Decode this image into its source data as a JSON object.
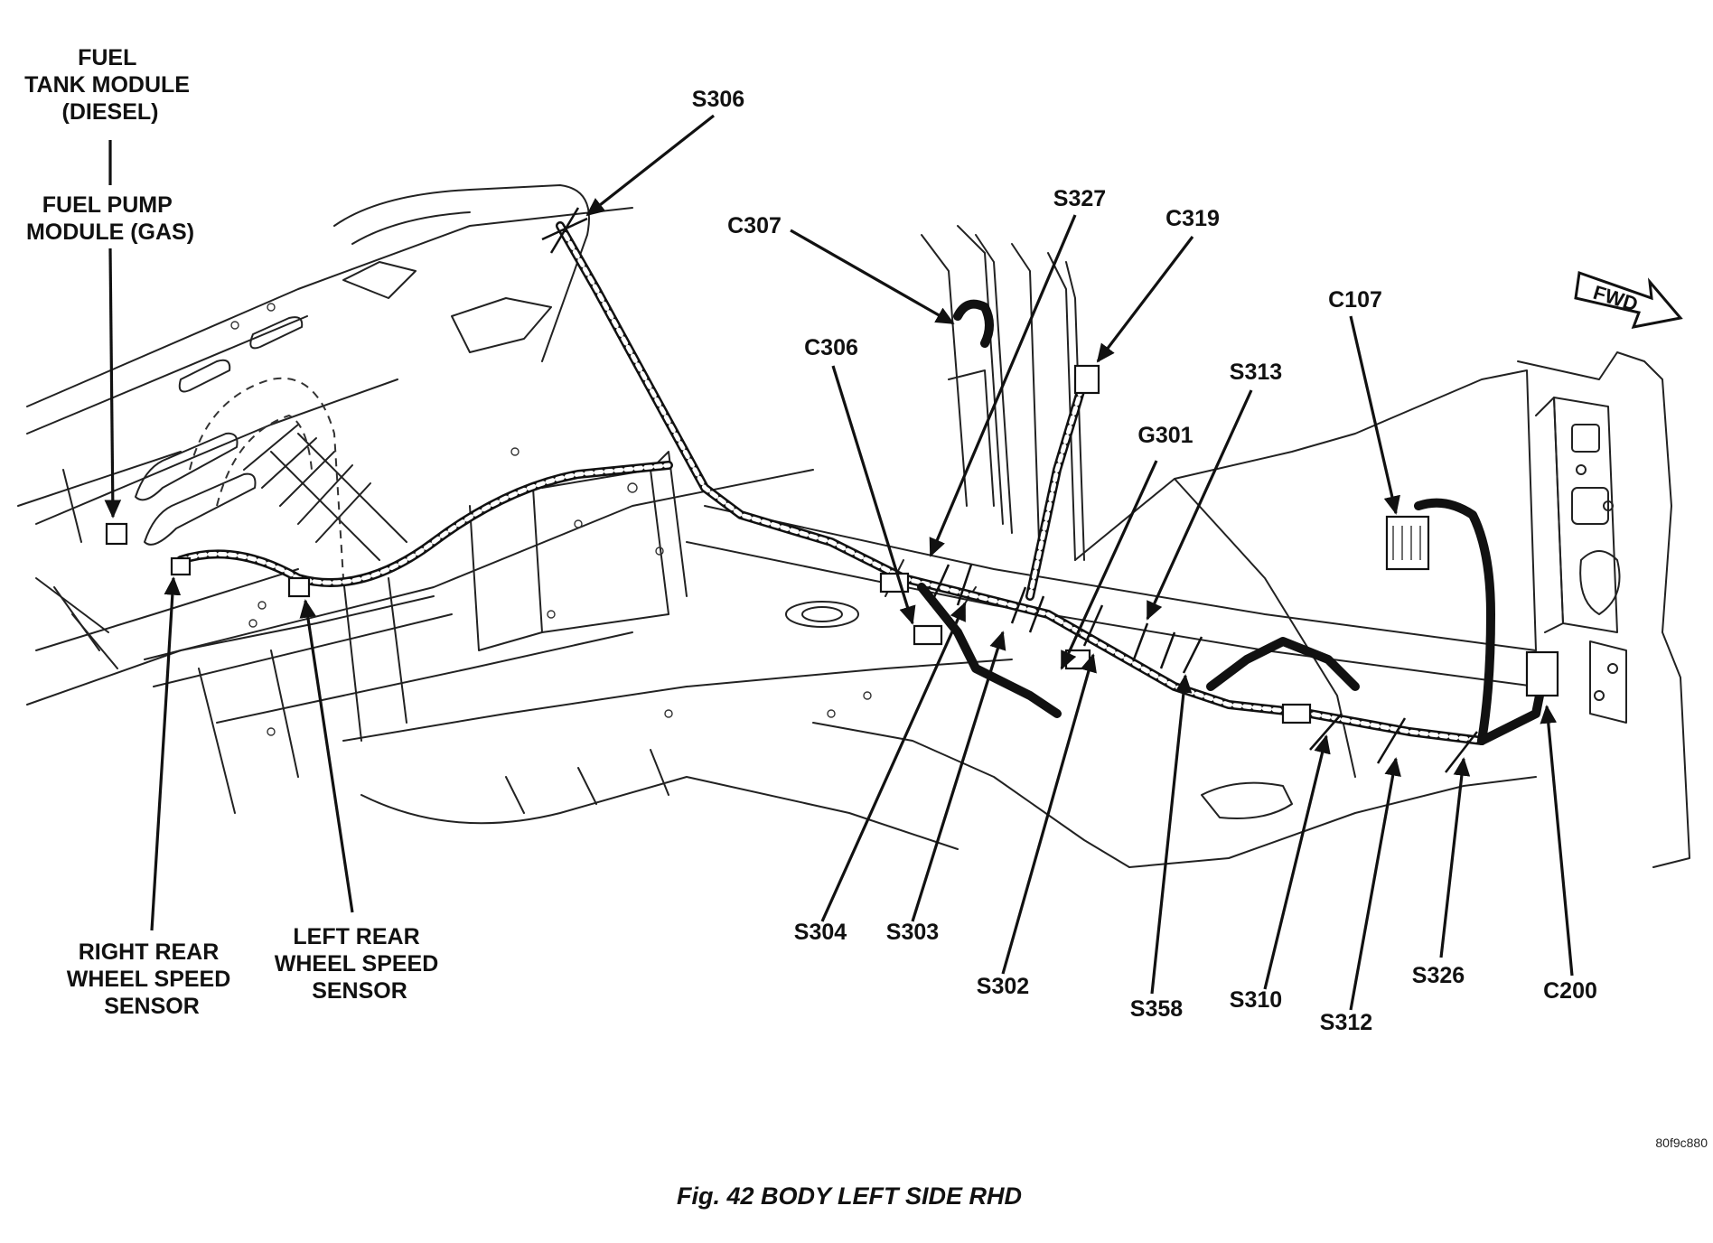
{
  "caption": "Fig. 42 BODY LEFT SIDE RHD",
  "code": "80f9c880",
  "fwd_label": "FWD",
  "labels": {
    "fuel_tank_module": [
      "FUEL",
      "TANK MODULE",
      "(DIESEL)"
    ],
    "fuel_pump_module": [
      "FUEL PUMP",
      "MODULE (GAS)"
    ],
    "right_rear_sensor": [
      "RIGHT REAR",
      "WHEEL SPEED",
      "SENSOR"
    ],
    "left_rear_sensor": [
      "LEFT REAR",
      "WHEEL SPEED",
      "SENSOR"
    ],
    "s306": "S306",
    "c307": "C307",
    "s327": "S327",
    "c319": "C319",
    "c306": "C306",
    "s313": "S313",
    "g301": "G301",
    "c107": "C107",
    "s304": "S304",
    "s303": "S303",
    "s302": "S302",
    "s358": "S358",
    "s310": "S310",
    "s312": "S312",
    "s326": "S326",
    "c200": "C200"
  }
}
